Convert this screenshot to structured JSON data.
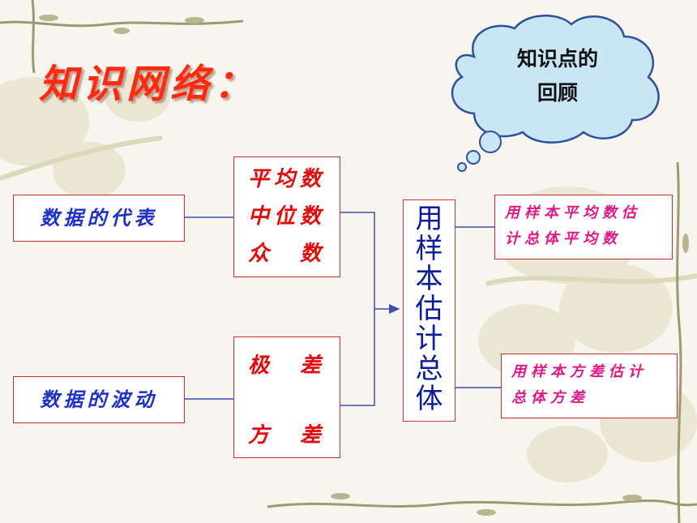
{
  "title": "知识网络：",
  "cloud": {
    "line1": "知识点的",
    "line2": "回顾"
  },
  "left": {
    "representative": "数据的代表",
    "fluctuation": "数据的波动"
  },
  "middle_top": {
    "line1": "平均数",
    "line2": "中位数",
    "line3": "众　数"
  },
  "middle_bottom": {
    "line1": "极　差",
    "line2": "方　差"
  },
  "center": {
    "chars": [
      "用",
      "样",
      "本",
      "估",
      "计",
      "总",
      "体"
    ]
  },
  "right": {
    "top_line1": "用样本平均数估",
    "top_line2": "计总体平均数",
    "bottom_line1": "用样本方差估计",
    "bottom_line2": "总体方差"
  },
  "colors": {
    "title": "#ff2a10",
    "blue_text": "#1f31c9",
    "red_text": "#e40a0a",
    "pink_text": "#e01888",
    "box_border": "#cc2a2a",
    "connector": "#3a4fb0",
    "cloud_fill": "#c9e6f4"
  }
}
